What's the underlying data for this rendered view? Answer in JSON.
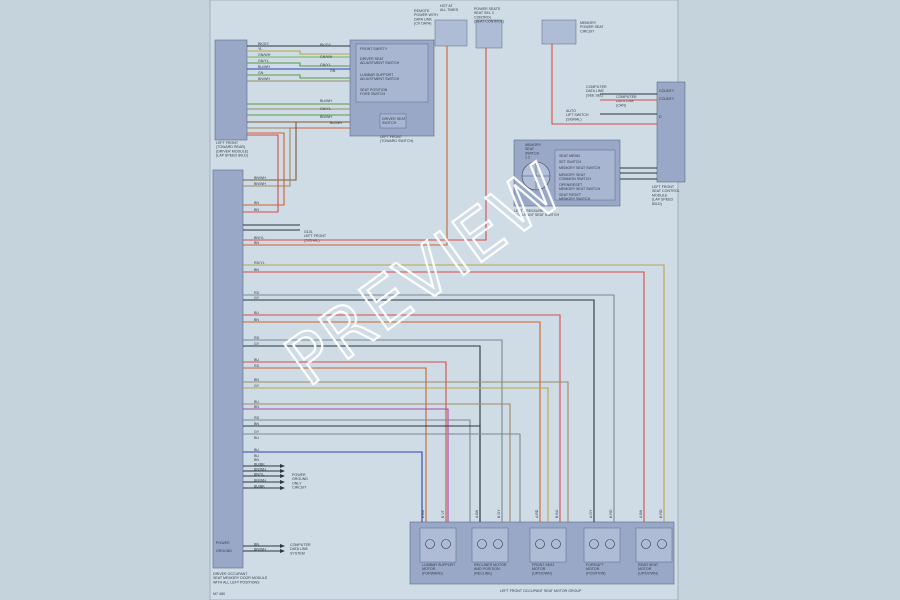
{
  "watermark": "PREVIEW",
  "page_code": "M7 480",
  "colors": {
    "sheet": "#cfdce6",
    "background": "#c5d3dc",
    "component": "#9aa8c8",
    "component_dark": "#6f7fa6",
    "red": "#d94a4a",
    "orange": "#c8632e",
    "green": "#5a9a4a",
    "lt_green": "#6fb85a",
    "yellow": "#b7a64a",
    "blue": "#2f3fb8",
    "violet": "#a548a5",
    "gray": "#7a8a90",
    "dk_gray": "#4d5a60",
    "tan": "#9a8a6a",
    "brown": "#7a5a3a",
    "wire_black": "#2d3540",
    "white_wire": "#e8ecef"
  },
  "components": {
    "left_cluster": {
      "label": "LEFT FRONT\n(TOWARD REAR)\n(DRIVER MODULE)\n(LAP SPEED 80LD)"
    },
    "top_switch": {
      "title": "LEFT FRONT\n(TOWARD SWITCH)",
      "lines": [
        "FRONT SAFETY",
        "DRIVER SEAT\nADJUSTMENT SWITCH",
        "LUMBAR SUPPORT\nADJUSTMENT SWITCH",
        "SEAT POSITION\nFORE SWITCH"
      ],
      "sub": "DRIVER SEAT\nSWITCH"
    },
    "fuse_a": {
      "label": "REMOTE\nPOWER WITH\nDATA LINK\n(CV DATA)"
    },
    "fuse_b": {
      "label": "HOT AT\nALL TIMES"
    },
    "relay": {
      "label": "POWER SEATS\nSEAT SEL 3\nCONTROL\n(SEAT CONTROL)"
    },
    "memory_fuse": {
      "label": "MEMORY\nPOWER SEAT\nCIRCUIT"
    },
    "right_module": {
      "label": "LEFT FRONT\nSEAT CONTROL\nMODULE\n(LAP SPEED\n80LD)",
      "pins": [
        "COUNTY",
        "COUNTY",
        "D"
      ],
      "wires": [
        "COMPUTER\nDATA LINE\n(SEE SEL)",
        "COMPUTER\nDATA LINE\n(CAN)",
        "AUTO\nLIFT SWITCH\n(SIGNAL)"
      ]
    },
    "memory_switch": {
      "label": "MEMORY\nSEAT\nSWITCH\n1 2",
      "lines": [
        "SEAT MEMO",
        "SET SWITCH",
        "MEMORY SEAT SWITCH",
        "MEMORY SEAT\nCOMMON SWITCH",
        "OPEN/RESET\nMEMORY SEAT SWITCH",
        "SEAT RESET\nMEMORY SWITCH"
      ],
      "sub": "LEFT PRESSURE\nOCCUPANT SEAT SWITCH"
    },
    "main_connector": {
      "label": "DRIVER OCCUPANT\nSEAT MEMORY DOOR MODULE\nWITH ALL LEFT POSITIONS"
    },
    "left_power_pins": [
      "POWER",
      "GROUND"
    ],
    "ground_note": {
      "label": "G101\nLEFT FRONT\n(SIGNAL)"
    },
    "side_notes": [
      {
        "label": "POWER\nGROUND\nONLY\nCIRCUIT"
      },
      {
        "label": "COMPUTER\nDATA LINE\nSYSTEM"
      }
    ],
    "motor_assembly": {
      "label": "LEFT FRONT OCCUPANT SEAT MOTOR GROUP",
      "motors": [
        {
          "label": "LUMBAR SUPPORT\nMOTOR\n(FORWARD)"
        },
        {
          "label": "RECLINER MOTOR\nAND POSITION\n(RECLINE)"
        },
        {
          "label": "FRONT SEAT\nMOTOR\n(UP/DOWN)"
        },
        {
          "label": "FORE/AFT\nMOTOR\n(POSITION)"
        },
        {
          "label": "REAR SEAT\nMOTOR\n(UP/DOWN)"
        }
      ]
    }
  },
  "wire_labels": {
    "left_top": [
      "BK/GY",
      "YL",
      "GN/WH",
      "GN/YL",
      "BU/WH",
      "GN",
      "BN/WH"
    ],
    "mid_top": [
      "BK/GY",
      "GN/WH",
      "GN/YL",
      "BU/WH",
      "GN/YL",
      "BN/WH",
      "GN",
      "BU/WH"
    ],
    "connector": [
      "BN/WH",
      "BN/WH",
      "BN",
      "BN",
      "BN/YL",
      "BN",
      "RD/YL",
      "BN",
      "RD",
      "GY",
      "BU",
      "BN",
      "RD",
      "GY",
      "BU",
      "RD",
      "BN",
      "GY",
      "BU",
      "BN",
      "RD",
      "BN",
      "GY",
      "BU",
      "BU",
      "BN",
      "BU"
    ],
    "bottom_group": [
      "BU/BK",
      "BN/WH",
      "BN/YL",
      "BN/WH",
      "BU/BK"
    ],
    "bottom_single": [
      "BN",
      "BN/WH"
    ],
    "motor_pins": [
      "A BU",
      "B VT",
      "A BN",
      "B GY",
      "A RD",
      "B BU",
      "A GY",
      "B RD",
      "A BN",
      "B RD"
    ]
  }
}
